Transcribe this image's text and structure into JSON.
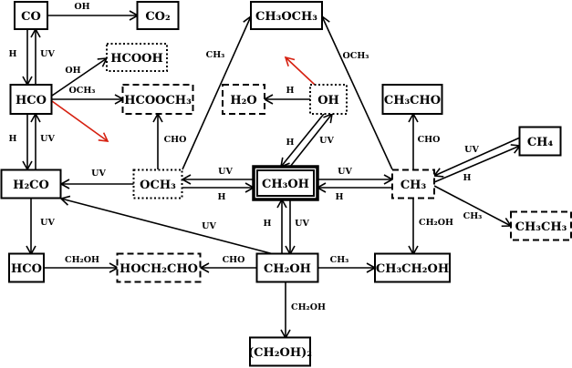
{
  "colors": {
    "line": "#000000",
    "highlight": "#d62010"
  },
  "nodes": {
    "co": "CO",
    "co2": "CO₂",
    "ch3och3": "CH₃OCH₃",
    "hcooh": "HCOOH",
    "hco_top": "HCO",
    "hcooch3": "HCOOCH₃",
    "h2o": "H₂O",
    "oh": "OH",
    "ch3cho": "CH₃CHO",
    "ch4": "CH₄",
    "h2co": "H₂CO",
    "och3": "OCH₃",
    "ch3oh": "CH₃OH",
    "ch3": "CH₃",
    "ch3ch3": "CH₃CH₃",
    "hco_bottom": "HCO",
    "hoch2cho": "HOCH₂CHO",
    "ch2oh": "CH₂OH",
    "ch3ch2oh": "CH₃CH₂OH",
    "ch2oh2": "(CH₂OH)₂"
  },
  "node_styles": {
    "co": "solid",
    "co2": "solid",
    "ch3och3": "solid",
    "hcooh": "dotted",
    "hco_top": "solid",
    "hcooch3": "dashed",
    "h2o": "dashed",
    "oh": "dotted",
    "ch3cho": "solid",
    "ch4": "solid",
    "h2co": "solid",
    "och3": "dotted",
    "ch3oh": "double",
    "ch3": "dashed",
    "ch3ch3": "dashed",
    "hco_bottom": "solid",
    "hoch2cho": "dashed",
    "ch2oh": "solid",
    "ch3ch2oh": "solid",
    "ch2oh2": "solid"
  },
  "edges": [
    {
      "from": "co",
      "to": "co2",
      "label": "OH"
    },
    {
      "from": "co",
      "to": "hco_top",
      "label": "H"
    },
    {
      "from": "hco_top",
      "to": "co",
      "label": "UV"
    },
    {
      "from": "hco_top",
      "to": "hcooh",
      "label": "OH"
    },
    {
      "from": "hco_top",
      "to": "hcooch3",
      "label": "OCH₃"
    },
    {
      "from": "hco_top",
      "to": "",
      "label": "",
      "highlight": true
    },
    {
      "from": "hco_top",
      "to": "h2co",
      "label": "H"
    },
    {
      "from": "h2co",
      "to": "hco_top",
      "label": "UV"
    },
    {
      "from": "och3",
      "to": "h2co",
      "label": "UV"
    },
    {
      "from": "och3",
      "to": "hcooch3",
      "label": "CHO"
    },
    {
      "from": "och3",
      "to": "ch3och3",
      "label": "CH₃"
    },
    {
      "from": "ch3oh",
      "to": "och3",
      "label": "UV"
    },
    {
      "from": "och3",
      "to": "ch3oh",
      "label": "H"
    },
    {
      "from": "oh",
      "to": "h2o",
      "label": "H"
    },
    {
      "from": "oh",
      "to": "",
      "label": "",
      "highlight": true
    },
    {
      "from": "oh",
      "to": "ch3oh",
      "label": "H"
    },
    {
      "from": "ch3oh",
      "to": "oh",
      "label": "UV"
    },
    {
      "from": "ch3",
      "to": "ch3och3",
      "label": "OCH₃"
    },
    {
      "from": "ch3",
      "to": "ch3cho",
      "label": "CHO"
    },
    {
      "from": "ch3oh",
      "to": "ch3",
      "label": "UV"
    },
    {
      "from": "ch3",
      "to": "ch3oh",
      "label": "H"
    },
    {
      "from": "ch4",
      "to": "ch3",
      "label": "UV"
    },
    {
      "from": "ch3",
      "to": "ch4",
      "label": "H"
    },
    {
      "from": "ch3",
      "to": "ch3ch3",
      "label": "CH₃"
    },
    {
      "from": "ch3",
      "to": "ch3ch2oh",
      "label": "CH₂OH"
    },
    {
      "from": "h2co",
      "to": "hco_bottom",
      "label": "UV"
    },
    {
      "from": "ch2oh",
      "to": "h2co",
      "label": "UV"
    },
    {
      "from": "ch2oh",
      "to": "ch3oh",
      "label": "H"
    },
    {
      "from": "ch3oh",
      "to": "ch2oh",
      "label": "UV"
    },
    {
      "from": "hco_bottom",
      "to": "hoch2cho",
      "label": "CH₂OH"
    },
    {
      "from": "ch2oh",
      "to": "hoch2cho",
      "label": "CHO"
    },
    {
      "from": "ch2oh",
      "to": "ch3ch2oh",
      "label": "CH₃"
    },
    {
      "from": "ch2oh",
      "to": "ch2oh2",
      "label": "CH₂OH"
    }
  ]
}
